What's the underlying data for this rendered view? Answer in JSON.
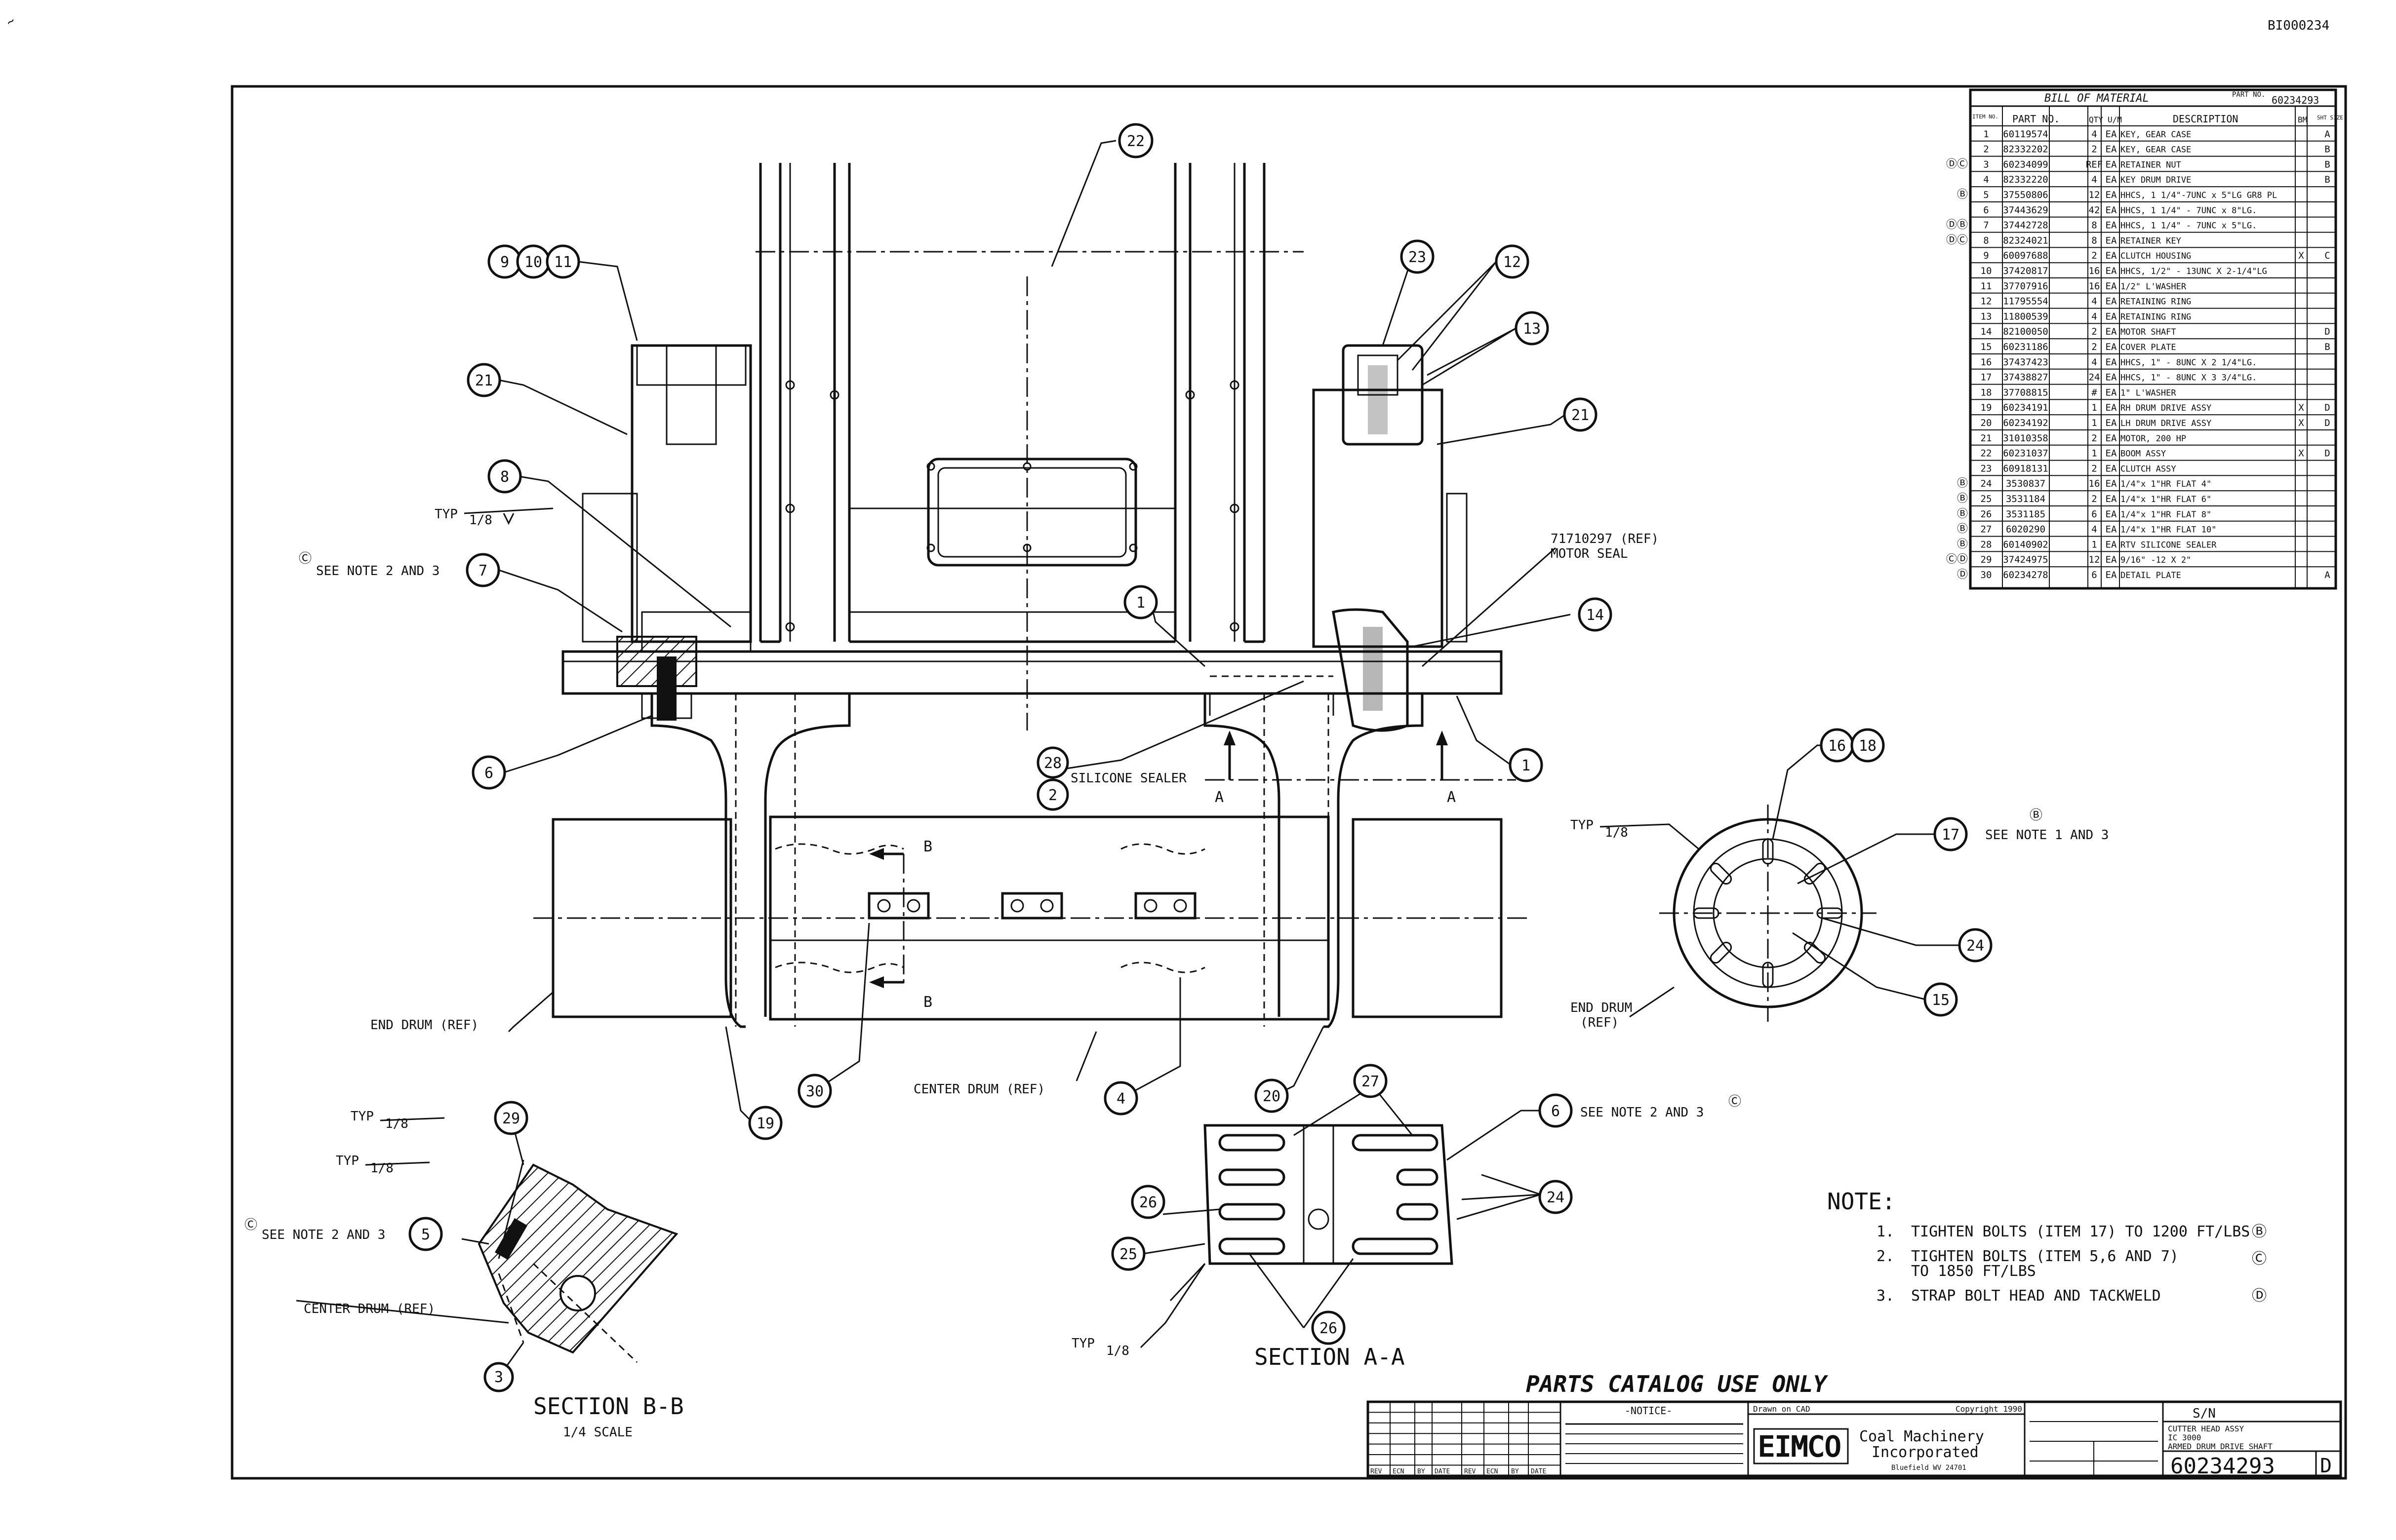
{
  "doc_id": "BI000234",
  "bom": {
    "title": "BILL OF MATERIAL",
    "part_no_label": "PART NO.",
    "part_no_value": "60234293",
    "headers": [
      "ITEM NO.",
      "PART NO.",
      "QTY",
      "U/M",
      "DESCRIPTION",
      "BM",
      "SHT SIZE"
    ],
    "rows": [
      {
        "mark": "",
        "item": "1",
        "part": "60119574",
        "qty": "4",
        "um": "EA",
        "desc": "KEY, GEAR CASE",
        "bm": "",
        "sz": "A"
      },
      {
        "mark": "",
        "item": "2",
        "part": "82332202",
        "qty": "2",
        "um": "EA",
        "desc": "KEY, GEAR CASE",
        "bm": "",
        "sz": "B"
      },
      {
        "mark": "ⒹⒸ",
        "item": "3",
        "part": "60234099",
        "qty": "REF",
        "um": "EA",
        "desc": "RETAINER NUT",
        "bm": "",
        "sz": "B"
      },
      {
        "mark": "",
        "item": "4",
        "part": "82332220",
        "qty": "4",
        "um": "EA",
        "desc": "KEY DRUM DRIVE",
        "bm": "",
        "sz": "B"
      },
      {
        "mark": "Ⓑ",
        "item": "5",
        "part": "37550806",
        "qty": "12",
        "um": "EA",
        "desc": "HHCS, 1 1/4\"-7UNC x 5\"LG GR8 PL",
        "bm": "",
        "sz": ""
      },
      {
        "mark": "",
        "item": "6",
        "part": "37443629",
        "qty": "42",
        "um": "EA",
        "desc": "HHCS, 1 1/4\" - 7UNC x 8\"LG.",
        "bm": "",
        "sz": ""
      },
      {
        "mark": "ⒹⒷ",
        "item": "7",
        "part": "37442728",
        "qty": "8",
        "um": "EA",
        "desc": "HHCS, 1 1/4\" - 7UNC x 5\"LG.",
        "bm": "",
        "sz": ""
      },
      {
        "mark": "ⒹⒸ",
        "item": "8",
        "part": "82324021",
        "qty": "8",
        "um": "EA",
        "desc": "RETAINER KEY",
        "bm": "",
        "sz": ""
      },
      {
        "mark": "",
        "item": "9",
        "part": "60097688",
        "qty": "2",
        "um": "EA",
        "desc": "CLUTCH HOUSING",
        "bm": "X",
        "sz": "C"
      },
      {
        "mark": "",
        "item": "10",
        "part": "37420817",
        "qty": "16",
        "um": "EA",
        "desc": "HHCS, 1/2\" - 13UNC X 2-1/4\"LG",
        "bm": "",
        "sz": ""
      },
      {
        "mark": "",
        "item": "11",
        "part": "37707916",
        "qty": "16",
        "um": "EA",
        "desc": "1/2\" L'WASHER",
        "bm": "",
        "sz": ""
      },
      {
        "mark": "",
        "item": "12",
        "part": "11795554",
        "qty": "4",
        "um": "EA",
        "desc": "RETAINING RING",
        "bm": "",
        "sz": ""
      },
      {
        "mark": "",
        "item": "13",
        "part": "11800539",
        "qty": "4",
        "um": "EA",
        "desc": "RETAINING RING",
        "bm": "",
        "sz": ""
      },
      {
        "mark": "",
        "item": "14",
        "part": "82100050",
        "qty": "2",
        "um": "EA",
        "desc": "MOTOR SHAFT",
        "bm": "",
        "sz": "D"
      },
      {
        "mark": "",
        "item": "15",
        "part": "60231186",
        "qty": "2",
        "um": "EA",
        "desc": "COVER PLATE",
        "bm": "",
        "sz": "B"
      },
      {
        "mark": "",
        "item": "16",
        "part": "37437423",
        "qty": "4",
        "um": "EA",
        "desc": "HHCS, 1\" - 8UNC X 2 1/4\"LG.",
        "bm": "",
        "sz": ""
      },
      {
        "mark": "",
        "item": "17",
        "part": "37438827",
        "qty": "24",
        "um": "EA",
        "desc": "HHCS, 1\" - 8UNC X 3 3/4\"LG.",
        "bm": "",
        "sz": ""
      },
      {
        "mark": "",
        "item": "18",
        "part": "37708815",
        "qty": "#",
        "um": "EA",
        "desc": "1\" L'WASHER",
        "bm": "",
        "sz": ""
      },
      {
        "mark": "",
        "item": "19",
        "part": "60234191",
        "qty": "1",
        "um": "EA",
        "desc": "RH DRUM DRIVE ASSY",
        "bm": "X",
        "sz": "D"
      },
      {
        "mark": "",
        "item": "20",
        "part": "60234192",
        "qty": "1",
        "um": "EA",
        "desc": "LH DRUM DRIVE ASSY",
        "bm": "X",
        "sz": "D"
      },
      {
        "mark": "",
        "item": "21",
        "part": "31010358",
        "qty": "2",
        "um": "EA",
        "desc": "MOTOR, 200 HP",
        "bm": "",
        "sz": ""
      },
      {
        "mark": "",
        "item": "22",
        "part": "60231037",
        "qty": "1",
        "um": "EA",
        "desc": "BOOM ASSY",
        "bm": "X",
        "sz": "D"
      },
      {
        "mark": "",
        "item": "23",
        "part": "60918131",
        "qty": "2",
        "um": "EA",
        "desc": "CLUTCH ASSY",
        "bm": "",
        "sz": ""
      },
      {
        "mark": "Ⓑ",
        "item": "24",
        "part": "3530837",
        "qty": "16",
        "um": "EA",
        "desc": "1/4\"x 1\"HR FLAT 4\"",
        "bm": "",
        "sz": ""
      },
      {
        "mark": "Ⓑ",
        "item": "25",
        "part": "3531184",
        "qty": "2",
        "um": "EA",
        "desc": "1/4\"x 1\"HR FLAT 6\"",
        "bm": "",
        "sz": ""
      },
      {
        "mark": "Ⓑ",
        "item": "26",
        "part": "3531185",
        "qty": "6",
        "um": "EA",
        "desc": "1/4\"x 1\"HR FLAT 8\"",
        "bm": "",
        "sz": ""
      },
      {
        "mark": "Ⓑ",
        "item": "27",
        "part": "6020290",
        "qty": "4",
        "um": "EA",
        "desc": "1/4\"x 1\"HR FLAT 10\"",
        "bm": "",
        "sz": ""
      },
      {
        "mark": "Ⓑ",
        "item": "28",
        "part": "60140902",
        "qty": "1",
        "um": "EA",
        "desc": "RTV SILICONE SEALER",
        "bm": "",
        "sz": ""
      },
      {
        "mark": "ⒸⒹ",
        "item": "29",
        "part": "37424975",
        "qty": "12",
        "um": "EA",
        "desc": "9/16\" -12 X 2\"",
        "bm": "",
        "sz": ""
      },
      {
        "mark": "Ⓓ",
        "item": "30",
        "part": "60234278",
        "qty": "6",
        "um": "EA",
        "desc": "DETAIL PLATE",
        "bm": "",
        "sz": "A"
      }
    ]
  },
  "balloons": {
    "b1": "1",
    "b2": "2",
    "b3": "3",
    "b4": "4",
    "b5": "5",
    "b6": "6",
    "b7": "7",
    "b8": "8",
    "b9": "9",
    "b10": "10",
    "b11": "11",
    "b12": "12",
    "b13": "13",
    "b14": "14",
    "b15": "15",
    "b16": "16",
    "b17": "17",
    "b18": "18",
    "b19": "19",
    "b20": "20",
    "b21": "21",
    "b22": "22",
    "b23": "23",
    "b24": "24",
    "b25": "25",
    "b26": "26",
    "b27": "27",
    "b28": "28",
    "b29": "29",
    "b30": "30"
  },
  "labels": {
    "typ_weld": "TYP",
    "weld_size": "1/8",
    "see_note_2_3": "SEE NOTE 2 AND 3",
    "see_note_1_3": "SEE NOTE 1 AND 3",
    "motor_seal_ref": "71710297 (REF)",
    "motor_seal": "MOTOR SEAL",
    "silicone_sealer": "SILICONE SEALER",
    "section_a": "A",
    "section_b": "B",
    "end_drum_ref": "END DRUM (REF)",
    "end_drum": "END DRUM",
    "ref": "(REF)",
    "center_drum_ref": "CENTER DRUM (REF)",
    "section_bb": "SECTION B-B",
    "scale": "1/4 SCALE",
    "section_aa": "SECTION A-A",
    "parts_catalog": "PARTS CATALOG USE ONLY",
    "note_b": "Ⓑ",
    "note_c": "Ⓒ"
  },
  "notes": {
    "title": "NOTE:",
    "n1_num": "1.",
    "n1": "TIGHTEN BOLTS (ITEM 17) TO 1200 FT/LBS",
    "n1_mark": "Ⓑ",
    "n2_num": "2.",
    "n2a": "TIGHTEN BOLTS (ITEM 5,6 AND 7)",
    "n2b": "TO 1850 FT/LBS",
    "n2_mark": "Ⓒ",
    "n3_num": "3.",
    "n3": "STRAP BOLT HEAD AND TACKWELD",
    "n3_mark": "Ⓓ"
  },
  "title_block": {
    "notice_title": "-NOTICE-",
    "drawn_on": "Drawn on CAD",
    "copyright": "Copyright 1990",
    "company_logo": "EIMCO",
    "company_line1": "Coal Machinery",
    "company_line2": "Incorporated",
    "company_city": "Bluefield WV 24701",
    "sn_label": "S/N",
    "title_line1": "CUTTER HEAD ASSY",
    "title_line2": "IC 3000",
    "title_line3": "ARMED DRUM DRIVE SHAFT",
    "dwg_number": "60234293",
    "sheet_size": "D",
    "rev_header": [
      "REV",
      "ECN",
      "BY",
      "DATE",
      "REV",
      "ECN",
      "BY",
      "DATE"
    ]
  }
}
